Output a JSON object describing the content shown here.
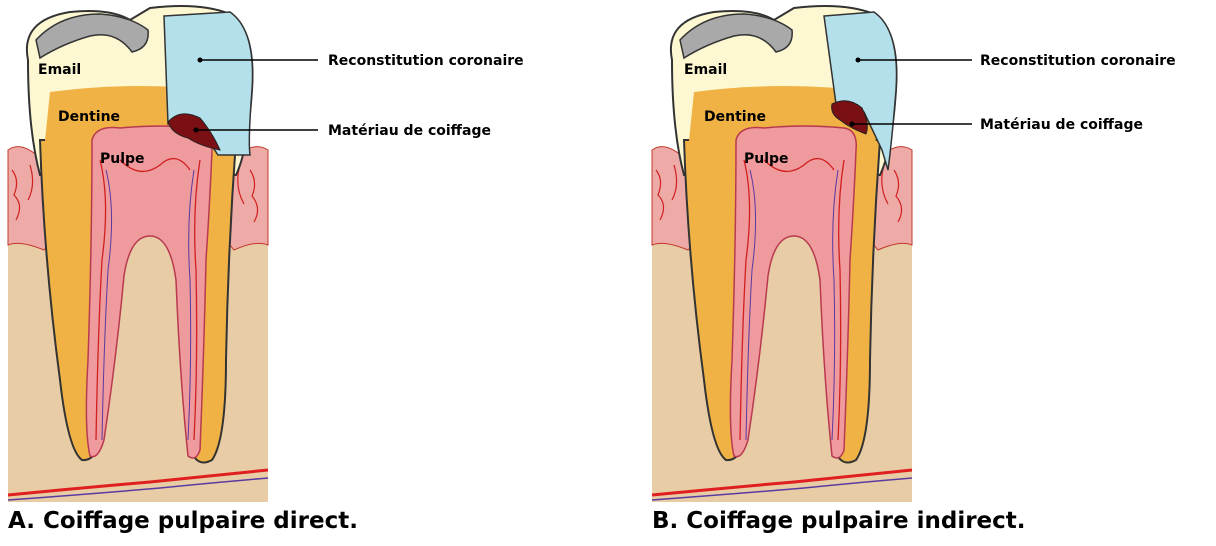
{
  "panels": [
    {
      "id": "A",
      "caption": "A. Coiffage pulpaire direct.",
      "labels": {
        "email": "Email",
        "dentine": "Dentine",
        "pulpe": "Pulpe",
        "restoration": "Reconstitution coronaire",
        "capping": "Matériau de coiffage"
      }
    },
    {
      "id": "B",
      "caption": "B. Coiffage pulpaire indirect.",
      "labels": {
        "email": "Email",
        "dentine": "Dentine",
        "pulpe": "Pulpe",
        "restoration": "Reconstitution coronaire",
        "capping": "Matériau de coiffage"
      }
    }
  ],
  "colors": {
    "enamel": "#fdf8d2",
    "dentine": "#f0b244",
    "pulp": "#ef9a9c",
    "restoration": "#b4e0ec",
    "capping": "#7a0f14",
    "gum": "#eeaaa6",
    "bone": "#e7cca6",
    "vessel": "#e02020",
    "nerve": "#5a3aa0"
  }
}
